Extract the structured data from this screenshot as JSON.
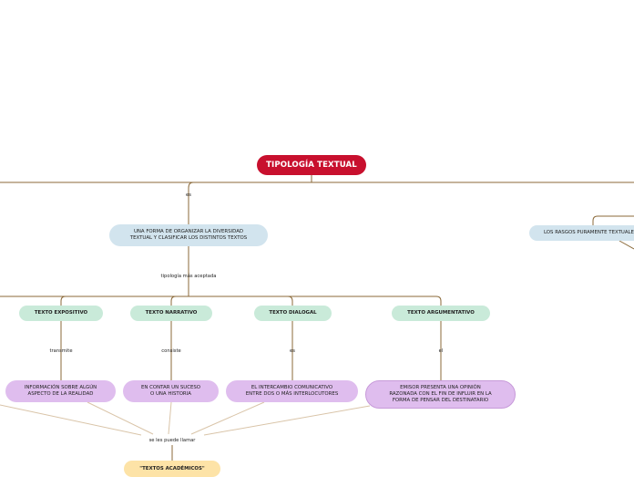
{
  "root": {
    "label": "TIPOLOGÍA TEXTUAL"
  },
  "definition": {
    "connector": "es",
    "label": "UNA FORMA DE ORGANIZAR LA DIVERSIDAD\nTEXTUAL Y CLASIFICAR LOS DISTINTOS TEXTOS"
  },
  "right_branch": {
    "label": "LOS RASGOS PURAMENTE TEXTUALES"
  },
  "typology_connector": "tipología más aceptada",
  "types": [
    {
      "label": "TEXTO EXPOSITIVO",
      "connector": "transmite",
      "detail": "INFORMACIÓN SOBRE ALGÚN\nASPECTO DE LA REALIDAD"
    },
    {
      "label": "TEXTO NARRATIVO",
      "connector": "consiste",
      "detail": "EN CONTAR UN SUCESO\nO UNA HISTORIA"
    },
    {
      "label": "TEXTO DIALOGAL",
      "connector": "es",
      "detail": "EL INTERCAMBIO COMUNICATIVO\nENTRE DOS O MÁS INTERLOCUTORES"
    },
    {
      "label": "TEXTO ARGUMENTATIVO",
      "connector": "el",
      "detail": "EMISOR PRESENTA UNA OPINIÓN\nRAZONADA CON EL FIN DE INFLUIR EN LA\nFORMA DE PENSAR DEL DESTINATARIO"
    }
  ],
  "academic": {
    "connector": "se les puede llamar",
    "label": "\"TEXTOS ACADÉMICOS\""
  },
  "colors": {
    "root": "#c8102e",
    "blue": "#d2e4ee",
    "green": "#c9ead9",
    "purple": "#dfbdee",
    "yellow": "#fde3a7",
    "line_brown": "#8b6a3a",
    "line_tan": "#d9c4a8"
  }
}
